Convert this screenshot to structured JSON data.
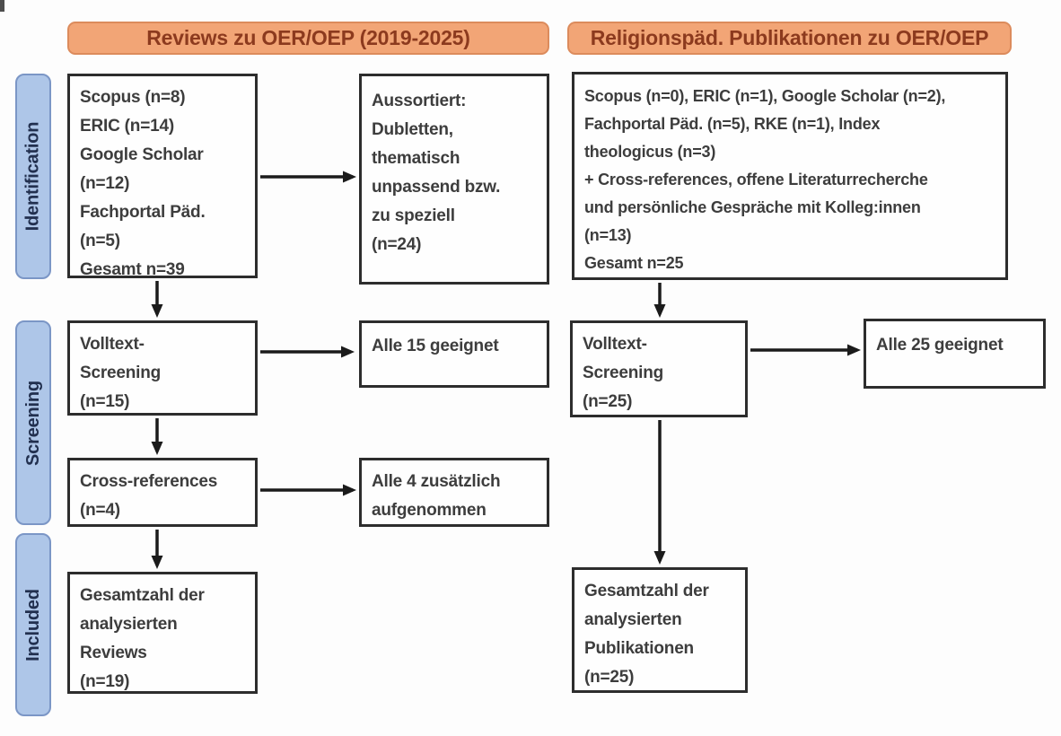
{
  "diagram": {
    "headers": {
      "left": "Reviews zu OER/OEP (2019-2025)",
      "right": "Religionspäd. Publikationen zu OER/OEP"
    },
    "stages": {
      "identification": "Identification",
      "screening": "Screening",
      "included": "Included"
    },
    "left_column": {
      "sources": "Scopus (n=8)\nERIC (n=14)\nGoogle Scholar\n(n=12)\nFachportal Päd.\n(n=5)\nGesamt n=39",
      "excluded": "Aussortiert:\nDubletten,\nthematisch\nunpassend bzw.\nzu speziell\n(n=24)",
      "fulltext_screening": "Volltext-\nScreening\n(n=15)",
      "fulltext_result": "Alle 15 geeignet",
      "cross_references": "Cross-references\n(n=4)",
      "cross_references_result": "Alle 4 zusätzlich\naufgenommen",
      "included_total": "Gesamtzahl der\nanalysierten\nReviews\n(n=19)"
    },
    "right_column": {
      "sources": "Scopus (n=0), ERIC (n=1), Google Scholar (n=2),\nFachportal Päd. (n=5), RKE (n=1), Index\ntheologicus (n=3)\n+ Cross-references, offene Literaturrecherche\nund persönliche Gespräche mit Kolleg:innen\n(n=13)\nGesamt n=25",
      "fulltext_screening": "Volltext-\nScreening\n(n=25)",
      "fulltext_result": "Alle 25 geeignet",
      "included_total": "Gesamtzahl der\nanalysierten\nPublikationen\n(n=25)"
    },
    "colors": {
      "header_fill": "#F2A576",
      "header_border": "#DC8B5C",
      "header_text": "#8C3A1E",
      "stage_fill": "#AEC6E8",
      "stage_border": "#7B96C6",
      "stage_text": "#22304F",
      "box_border": "#2D2D2D",
      "box_text": "#3D3D3D",
      "arrow": "#1B1B1B",
      "page_bg": "#FDFDFD"
    }
  }
}
